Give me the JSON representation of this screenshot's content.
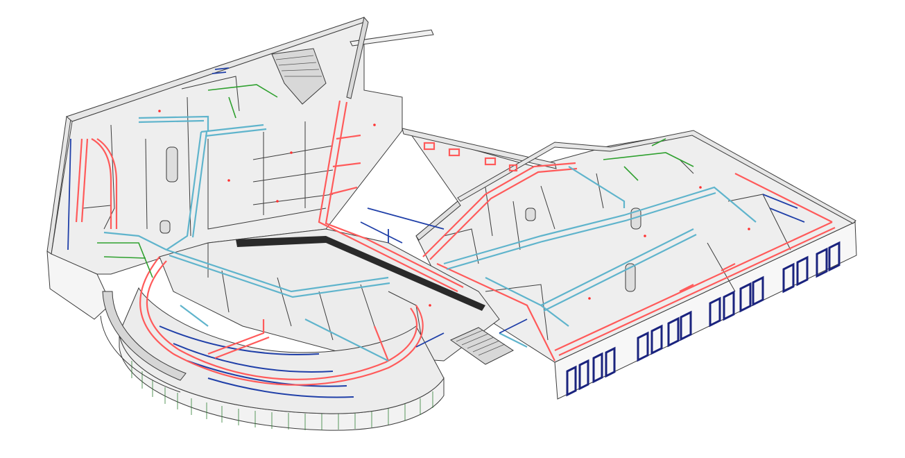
{
  "view": {
    "kind": "isometric MEP building model",
    "palette": {
      "background": "#ffffff",
      "floor": "#eeeeee",
      "wall_face": "#f7f7f7",
      "wall_side": "#e2e2e2",
      "edge": "#3a3a3a",
      "supply_duct": "#ff5a5a",
      "return_duct": "#5fb4cc",
      "plumbing": "#1f3fa8",
      "sprinkler": "#2ea02e",
      "windows": "#1a237e",
      "glazing": "#2e7d32"
    },
    "systems": [
      {
        "name": "supply-air-duct",
        "color": "#ff5a5a"
      },
      {
        "name": "return-air-duct",
        "color": "#5fb4cc"
      },
      {
        "name": "plumbing-pipe",
        "color": "#1f3fa8"
      },
      {
        "name": "sprinkler-pipe",
        "color": "#2ea02e"
      }
    ]
  }
}
